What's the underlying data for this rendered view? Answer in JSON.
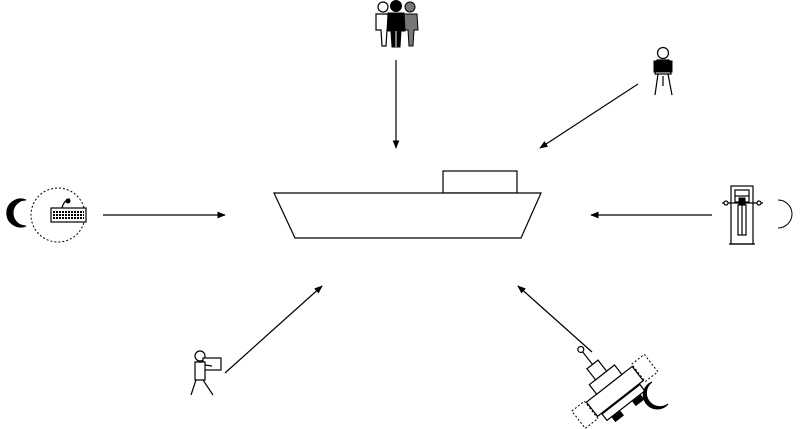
{
  "diagram": {
    "center": {
      "name": "ship",
      "icon": "ship-icon"
    },
    "colors": {
      "stroke": "#000000",
      "background": "#ffffff",
      "gray": "#777777"
    },
    "sources": [
      {
        "id": "group-of-people",
        "icon": "people-group-icon"
      },
      {
        "id": "person-with-box",
        "icon": "person-holding-box-icon"
      },
      {
        "id": "keyboard-operator",
        "icon": "keyboard-with-sensor-icon"
      },
      {
        "id": "walking-person",
        "icon": "person-carrying-package-icon"
      },
      {
        "id": "control-panel-unit",
        "icon": "control-panel-sensor-icon"
      },
      {
        "id": "machine-device",
        "icon": "machine-with-sensor-icon"
      }
    ]
  }
}
